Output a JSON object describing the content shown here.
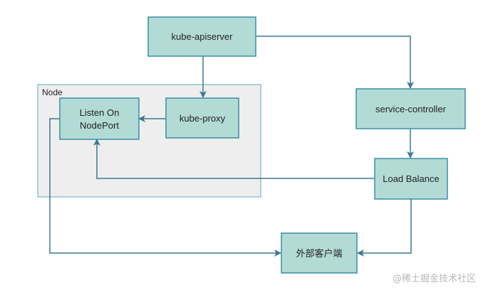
{
  "colors": {
    "node_fill": "#b3dbd6",
    "node_stroke": "#3a8fa3",
    "cluster_fill": "#efeeee",
    "cluster_stroke": "#8fc4cf",
    "edge": "#3a7a92"
  },
  "cluster": {
    "label": "Node"
  },
  "nodes": {
    "apiserver": {
      "label": "kube-apiserver"
    },
    "listen": {
      "label_line1": "Listen On",
      "label_line2": "NodePort"
    },
    "proxy": {
      "label": "kube-proxy"
    },
    "controller": {
      "label": "service-controller"
    },
    "lb": {
      "label": "Load Balance"
    },
    "client": {
      "label": "外部客户端"
    }
  },
  "edges": [
    {
      "from": "kube-apiserver",
      "to": "service-controller"
    },
    {
      "from": "kube-apiserver",
      "to": "kube-proxy"
    },
    {
      "from": "kube-proxy",
      "to": "Listen On NodePort"
    },
    {
      "from": "service-controller",
      "to": "Load Balance"
    },
    {
      "from": "Load Balance",
      "to": "Listen On NodePort"
    },
    {
      "from": "Load Balance",
      "to": "外部客户端"
    },
    {
      "from": "Listen On NodePort",
      "to": "外部客户端"
    }
  ],
  "watermark": "@稀土掘金技术社区"
}
